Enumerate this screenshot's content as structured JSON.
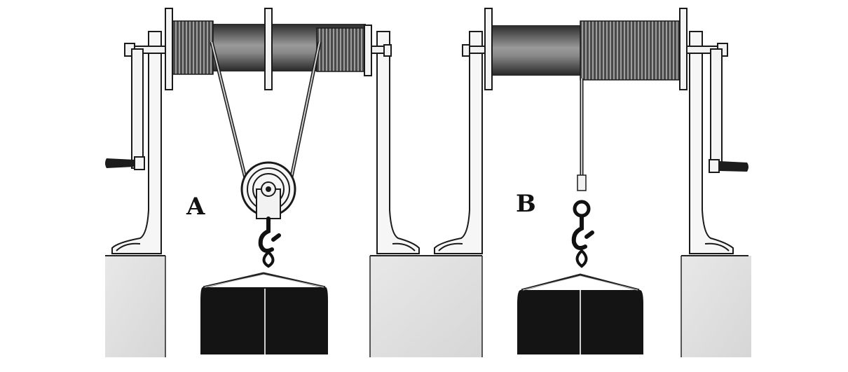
{
  "diagrams": [
    {
      "label": "A",
      "description_key": "pulley"
    },
    {
      "label": "B",
      "description_key": "direct"
    }
  ],
  "colors": {
    "ink": "#1a1a1a",
    "drum": "#6e6e6e",
    "weight": "#141414",
    "post": "#f2f2f2",
    "block": "#e4e4e4"
  }
}
